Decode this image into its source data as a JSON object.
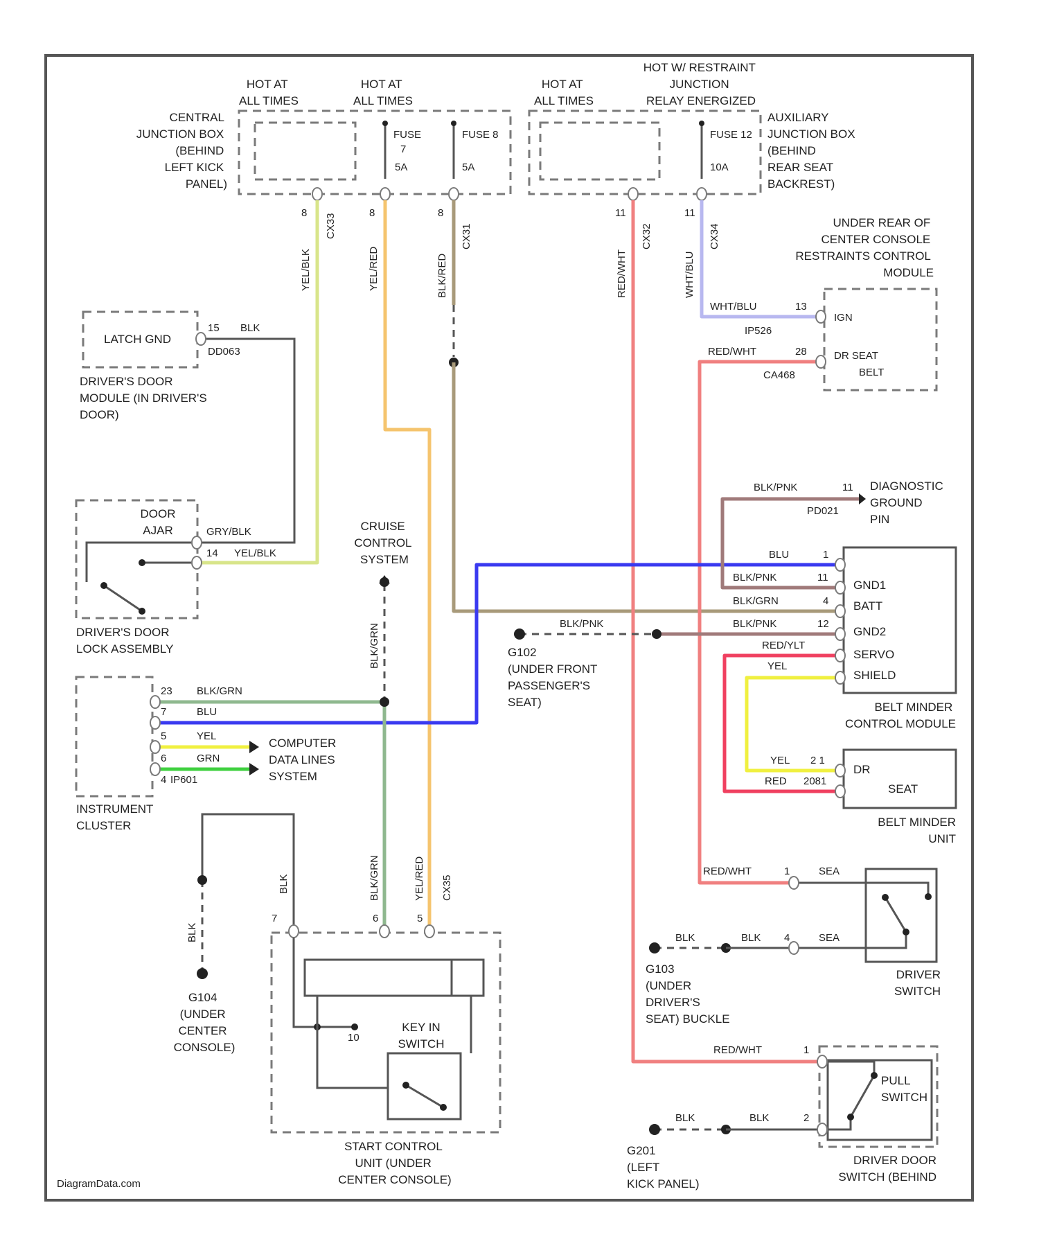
{
  "footer": {
    "watermark": "DiagramData.com"
  },
  "power": {
    "hot1": [
      "HOT AT",
      "ALL TIMES"
    ],
    "hot2": [
      "HOT AT",
      "ALL TIMES"
    ],
    "hot3": [
      "HOT AT",
      "ALL TIMES"
    ],
    "hot4": [
      "HOT W/ RESTRAINT",
      "JUNCTION",
      "RELAY ENERGIZED"
    ],
    "cjb": [
      "CENTRAL",
      "JUNCTION BOX",
      "(BEHIND",
      "LEFT KICK",
      "PANEL)"
    ],
    "aux": [
      "AUXILIARY",
      "JUNCTION BOX",
      "(BEHIND",
      "REAR SEAT",
      "BACKREST)"
    ],
    "fuse7": [
      "FUSE",
      "7",
      "5A"
    ],
    "fuse8": [
      "FUSE 8",
      "5A"
    ],
    "fuse12": [
      "FUSE 12",
      "10A"
    ],
    "fuse_left_a": "8",
    "fuse_left_b": "8",
    "fuse_right_a": "11",
    "fuse_right_b": "11"
  },
  "wires": {
    "yel_blk": "YEL/BLK",
    "yel_red": "YEL/RED",
    "blk_red": "BLK/RED",
    "red_wht": "RED/WHT",
    "wht_blu": "WHT/BLU",
    "cx": "CX33",
    "cx2": "CX31",
    "cx3": "CX32",
    "cx4": "CX34",
    "cx5": "CX35",
    "pin8a": "8",
    "pin8b": "8",
    "pin8c": "8",
    "pin11a": "11",
    "pin11b": "11"
  },
  "rcm": {
    "title": [
      "UNDER REAR OF",
      "CENTER CONSOLE",
      "RESTRAINTS CONTROL",
      "MODULE"
    ],
    "wire1": "WHT/BLU",
    "pin1": "13",
    "conn1": "IP526",
    "label1": "IGN",
    "wire2": "RED/WHT",
    "pin2": "28",
    "conn2": "CA468",
    "label2": [
      "DR SEAT",
      "BELT"
    ]
  },
  "latch": {
    "label": "LATCH GND",
    "pin": "15",
    "wire": "BLK",
    "conn": "DD063",
    "module": [
      "DRIVER'S DOOR",
      "MODULE (IN DRIVER'S",
      "DOOR)"
    ]
  },
  "door_ajar": {
    "label": [
      "DOOR",
      "AJAR"
    ],
    "wire1": "GRY/BLK",
    "pin2": "14",
    "wire2": "YEL/BLK",
    "assembly": [
      "DRIVER'S DOOR",
      "LOCK ASSEMBLY"
    ]
  },
  "cruise": {
    "label": [
      "CRUISE",
      "CONTROL",
      "SYSTEM"
    ],
    "wire": "BLK/GRN"
  },
  "diag": {
    "wire": "BLK/PNK",
    "pin": "11",
    "conn": "PD021",
    "label": [
      "DIAGNOSTIC",
      "GROUND",
      "PIN"
    ]
  },
  "belt_module": {
    "rows": [
      {
        "wire": "BLU",
        "pin": "1"
      },
      {
        "wire": "BLK/PNK",
        "pin": "11"
      },
      {
        "wire": "BLK/GRN",
        "pin": "4"
      },
      {
        "wire": "BLK/PNK",
        "pin": "12"
      },
      {
        "wire": "RED/YLT",
        "pin": ""
      },
      {
        "wire": "YEL",
        "pin": ""
      }
    ],
    "terms": [
      "GND1",
      "BATT",
      "GND2",
      "SERVO",
      "SHIELD"
    ],
    "title": [
      "BELT MINDER",
      "CONTROL MODULE"
    ]
  },
  "g102": {
    "wire": "BLK/PNK",
    "label": [
      "G102",
      "(UNDER FRONT",
      "PASSENGER'S",
      "SEAT)"
    ]
  },
  "cluster": {
    "pins": [
      "23",
      "7",
      "5",
      "6",
      "4"
    ],
    "wires": [
      "BLK/GRN",
      "BLU",
      "YEL",
      "GRN"
    ],
    "conn": "IP601",
    "label": [
      "INSTRUMENT",
      "CLUSTER"
    ],
    "data_lines": [
      "COMPUTER",
      "DATA LINES",
      "SYSTEM"
    ]
  },
  "belt_unit": {
    "r1_wire": "YEL",
    "r1_pin": "2 1",
    "r2_wire": "RED",
    "r2_pin": "2081",
    "terms": [
      "DR",
      "SEAT"
    ],
    "title": [
      "BELT MINDER",
      "UNIT"
    ]
  },
  "start_unit": {
    "wire_blk": "BLK",
    "wire_blkgrn": "BLK/GRN",
    "wire_yelred": "YEL/RED",
    "pins": [
      "7",
      "6",
      "5"
    ],
    "key_switch": [
      "KEY IN",
      "SWITCH"
    ],
    "pin10": "10",
    "title": [
      "START CONTROL",
      "UNIT (UNDER",
      "CENTER CONSOLE)"
    ]
  },
  "g104": {
    "wire": "BLK",
    "label": [
      "G104",
      "(UNDER",
      "CENTER",
      "CONSOLE)"
    ]
  },
  "driver_switch": {
    "wire1": "RED/WHT",
    "pin1": "1",
    "code1": "SEA",
    "wire2a": "BLK",
    "wire2b": "BLK",
    "pin2": "4",
    "code2": "SEA",
    "label": [
      "DRIVER",
      "SWITCH"
    ]
  },
  "g103": {
    "label": [
      "G103",
      "(UNDER",
      "DRIVER'S",
      "SEAT) BUCKLE"
    ]
  },
  "door_switch": {
    "wire1": "RED/WHT",
    "pin1": "1",
    "wire2a": "BLK",
    "wire2b": "BLK",
    "pin2": "2",
    "label": [
      "PULL",
      "SWITCH"
    ],
    "title": [
      "DRIVER DOOR",
      "SWITCH (BEHIND"
    ]
  },
  "g201": {
    "label": [
      "G201",
      "(LEFT",
      "KICK PANEL)"
    ]
  },
  "colors": {
    "yellow_green": "#d8e58a",
    "orange": "#f5c46e",
    "tan": "#a89a7a",
    "red": "#f08080",
    "lilac": "#b8b8f0",
    "blue": "#3a3af0",
    "green": "#8fb88f",
    "pink_brown": "#a07a7a",
    "bright_yellow": "#f0f040",
    "bright_green": "#40d040",
    "bright_red": "#f04060",
    "gray": "#555555"
  }
}
